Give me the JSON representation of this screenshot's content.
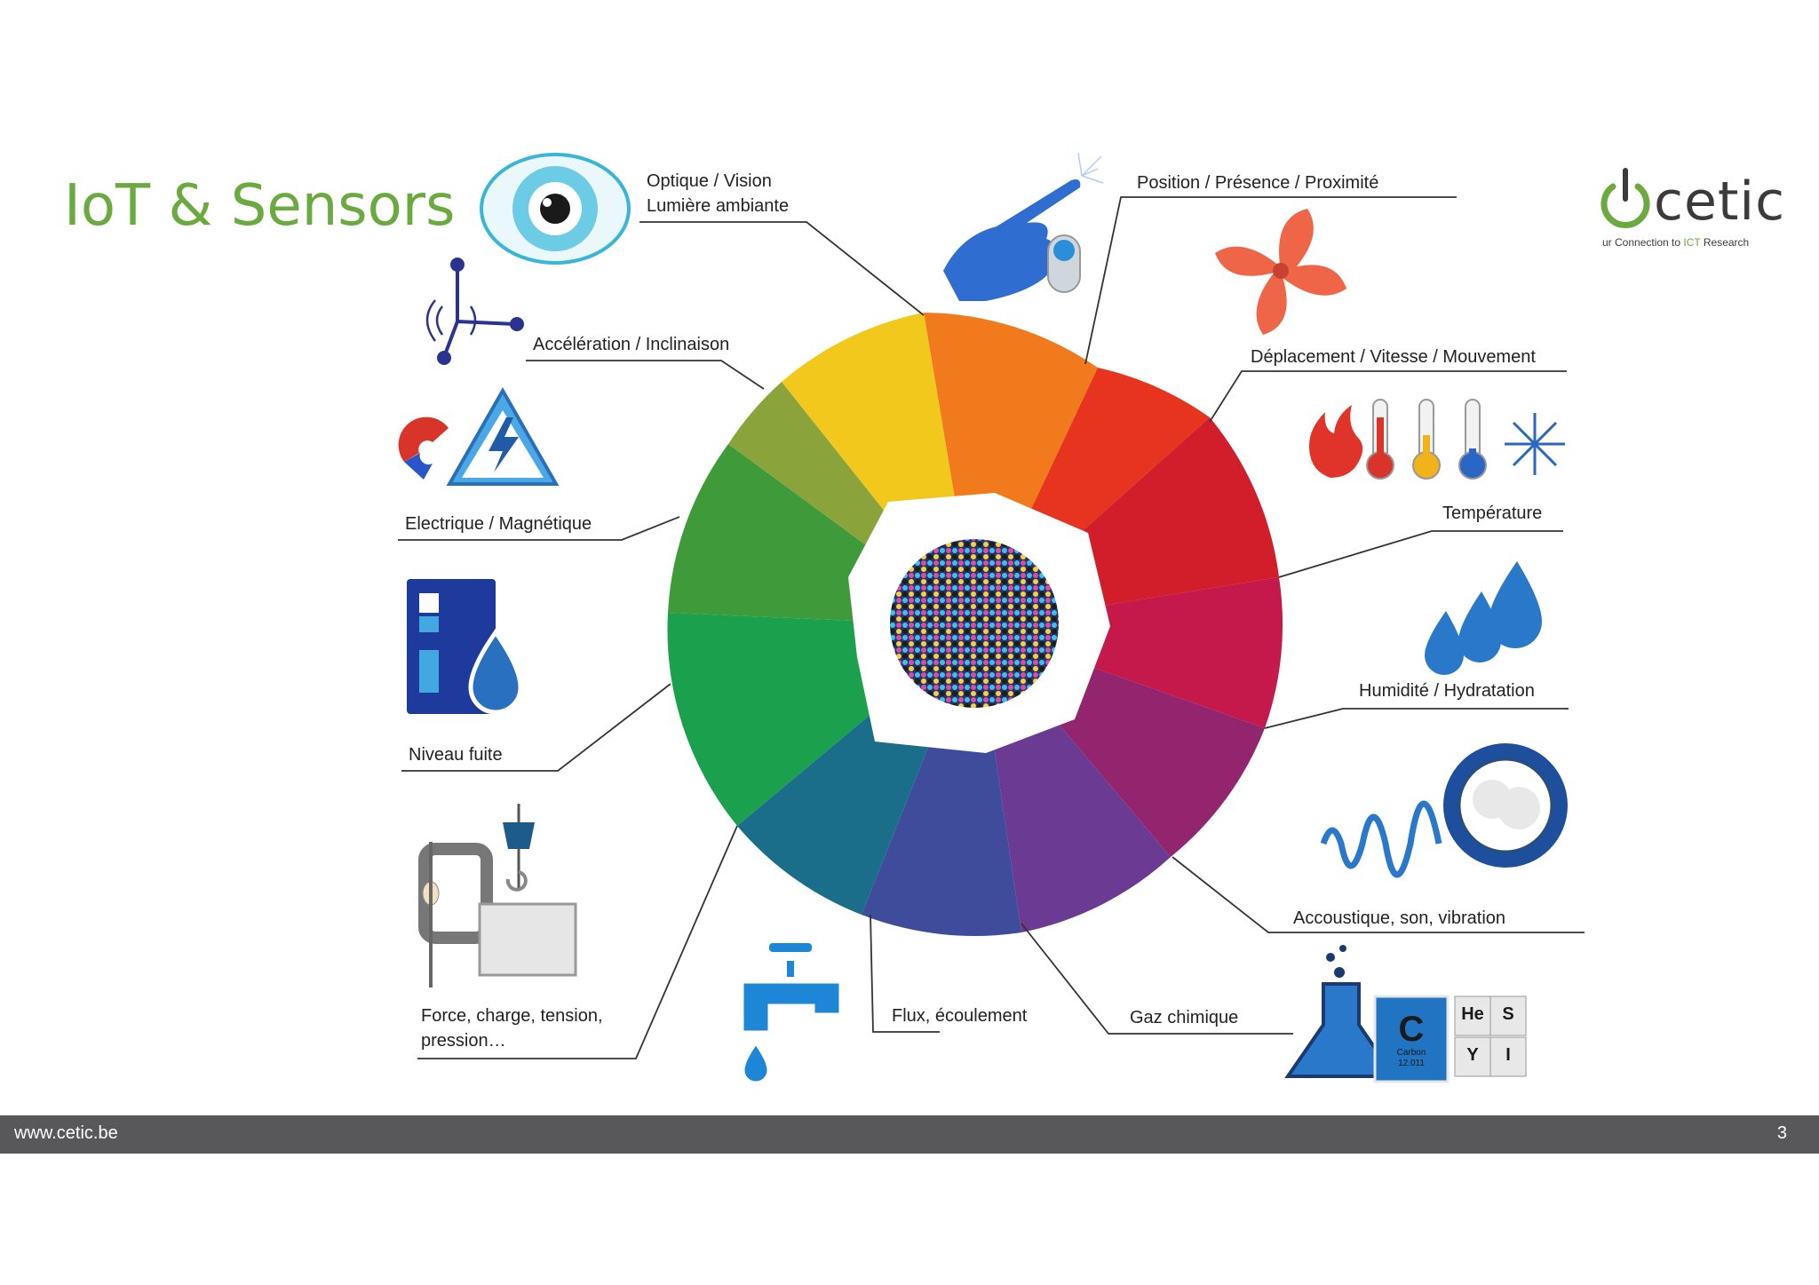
{
  "title": "IoT & Sensors",
  "logo": {
    "word": "cetic",
    "tagline_prefix": "ur Connection to ",
    "tagline_accent": "ICT",
    "tagline_suffix": " Research"
  },
  "labels": {
    "optique_1": "Optique / Vision",
    "optique_2": "Lumière ambiante",
    "acceleration": "Accélération / Inclinaison",
    "electrique": "Electrique / Magnétique",
    "niveau": "Niveau fuite",
    "force_1": "Force, charge, tension,",
    "force_2": "pression…",
    "flux": "Flux, écoulement",
    "gaz": "Gaz chimique",
    "position": "Position / Présence / Proximité",
    "deplacement": "Déplacement / Vitesse / Mouvement",
    "temperature": "Température",
    "humidite": "Humidité / Hydratation",
    "acoustique": "Accoustique, son, vibration"
  },
  "chem_tiles": {
    "main_symbol": "C",
    "main_name": "Carbon",
    "main_mass": "12.011",
    "s1": "He",
    "s2": "S",
    "s3": "Y",
    "s4": "I"
  },
  "colors": {
    "accent": "#6aaa3f",
    "footer": "#58585a",
    "text": "#222222"
  },
  "footer": {
    "url": "www.cetic.be",
    "page": "3"
  }
}
